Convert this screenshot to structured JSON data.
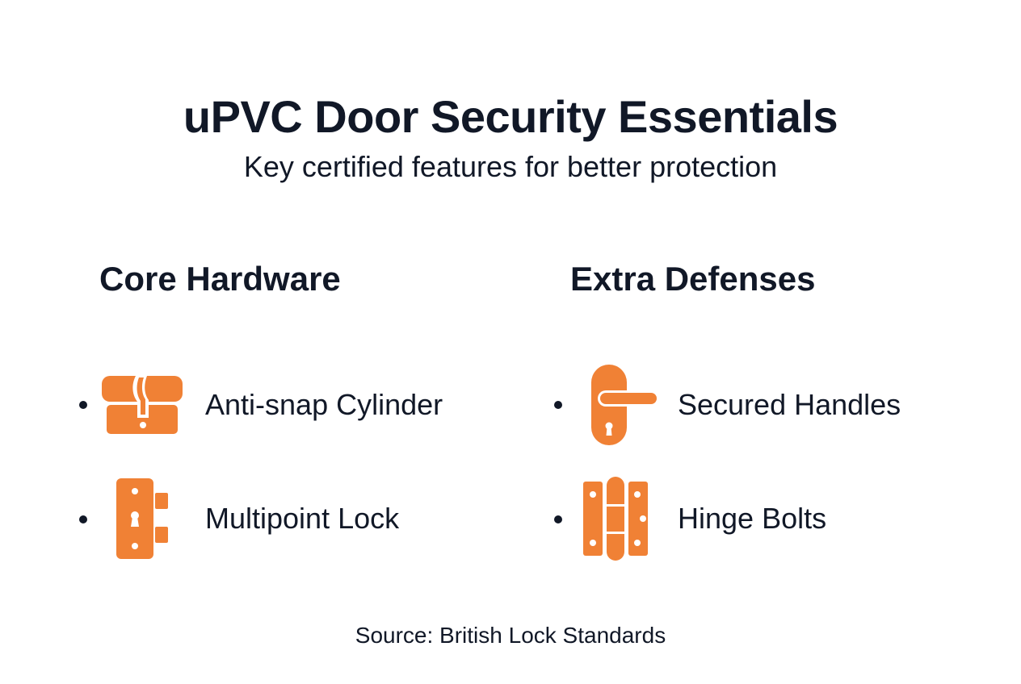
{
  "header": {
    "title": "uPVC Door Security Essentials",
    "subtitle": "Key certified features for better protection"
  },
  "sections": [
    {
      "heading": "Core Hardware",
      "items": [
        {
          "label": "Anti-snap Cylinder",
          "icon": "cylinder-lock-icon"
        },
        {
          "label": "Multipoint Lock",
          "icon": "multipoint-lock-icon"
        }
      ]
    },
    {
      "heading": "Extra Defenses",
      "items": [
        {
          "label": "Secured Handles",
          "icon": "door-handle-icon"
        },
        {
          "label": "Hinge Bolts",
          "icon": "hinge-icon"
        }
      ]
    }
  ],
  "footer": {
    "source": "Source: British Lock Standards"
  },
  "colors": {
    "accent": "#F08135",
    "text": "#111827",
    "background": "#FFFFFF"
  }
}
